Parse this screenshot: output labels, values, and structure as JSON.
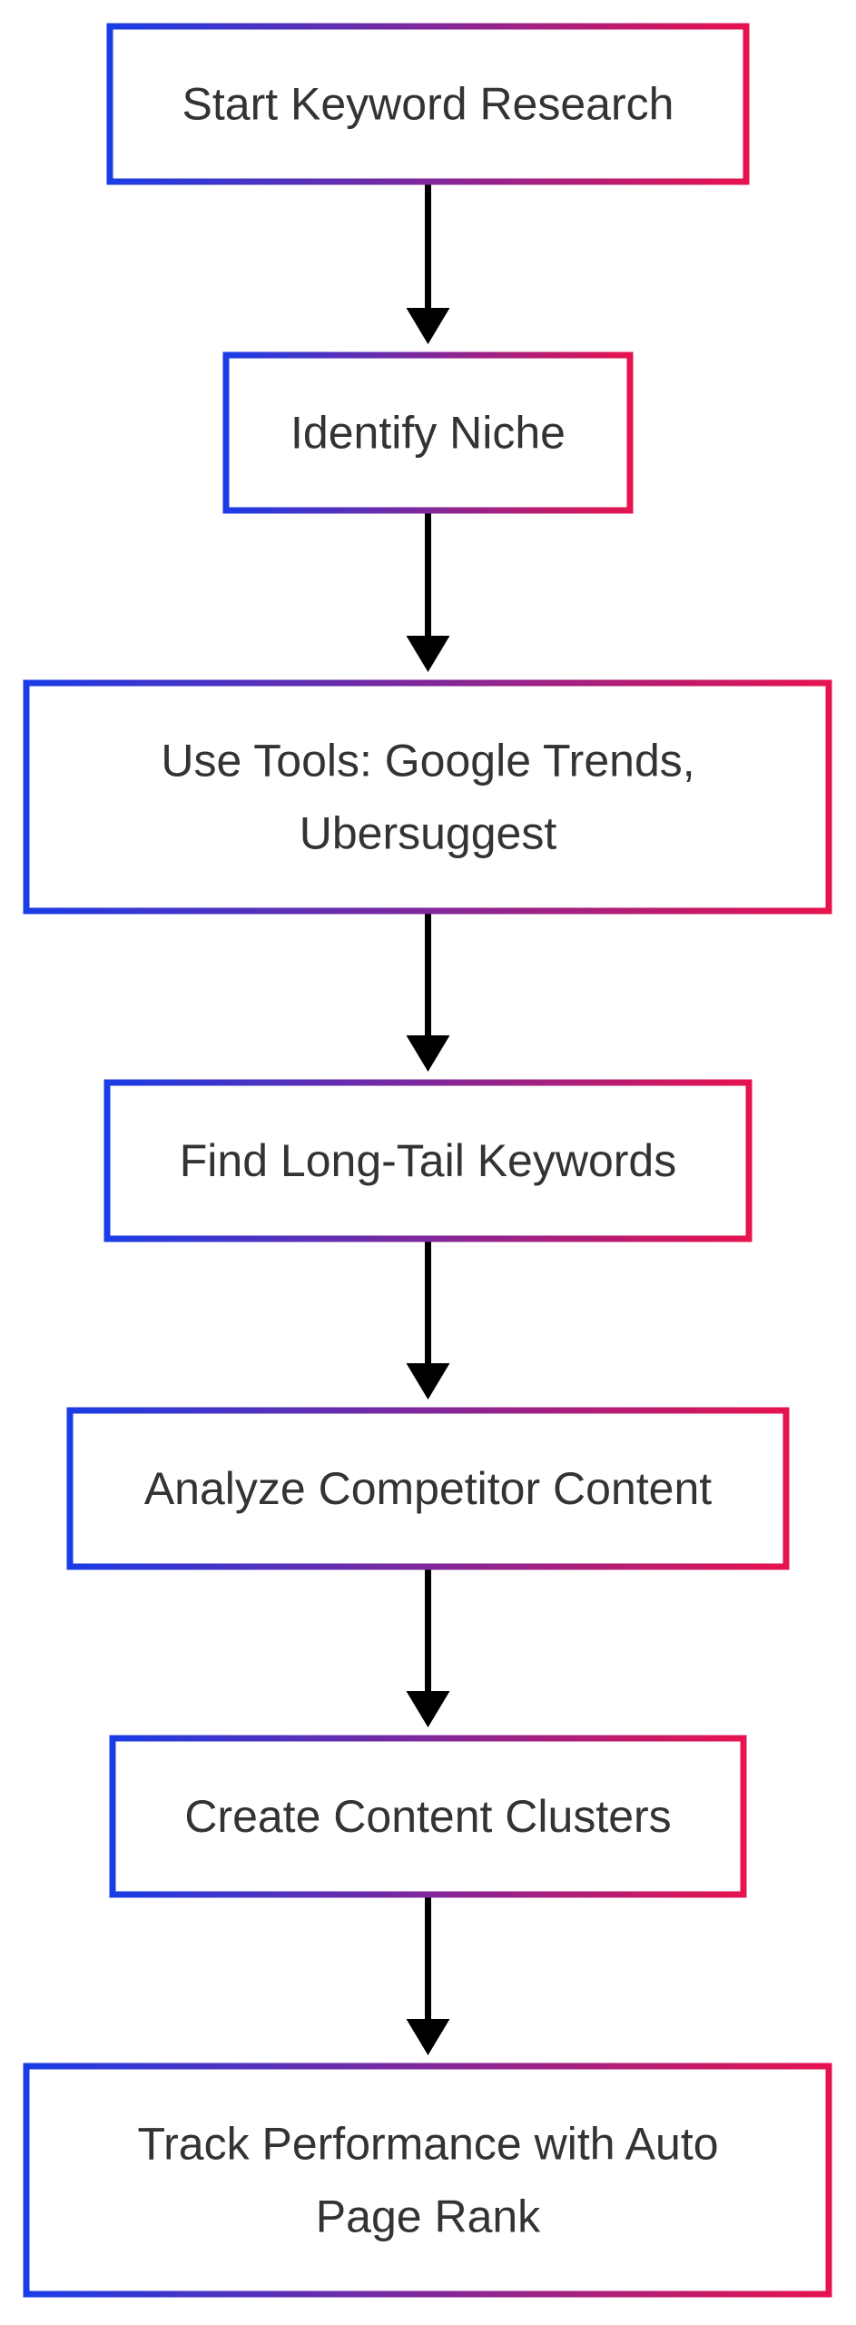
{
  "diagram": {
    "type": "flowchart",
    "direction": "top-to-bottom",
    "colors": {
      "border_start": "#1a3ce6",
      "border_end": "#e6134f",
      "text": "#333333",
      "arrow": "#000000",
      "node_fill": "#ffffff",
      "background": "#ffffff"
    },
    "nodes": [
      {
        "id": "start",
        "lines": [
          "Start Keyword Research"
        ]
      },
      {
        "id": "niche",
        "lines": [
          "Identify Niche"
        ]
      },
      {
        "id": "tools",
        "lines": [
          "Use Tools: Google Trends,",
          "Ubersuggest"
        ]
      },
      {
        "id": "longtail",
        "lines": [
          "Find Long-Tail Keywords"
        ]
      },
      {
        "id": "competitor",
        "lines": [
          "Analyze Competitor Content"
        ]
      },
      {
        "id": "clusters",
        "lines": [
          "Create Content Clusters"
        ]
      },
      {
        "id": "track",
        "lines": [
          "Track Performance with Auto",
          "Page Rank"
        ]
      }
    ],
    "edges": [
      {
        "from": "start",
        "to": "niche"
      },
      {
        "from": "niche",
        "to": "tools"
      },
      {
        "from": "tools",
        "to": "longtail"
      },
      {
        "from": "longtail",
        "to": "competitor"
      },
      {
        "from": "competitor",
        "to": "clusters"
      },
      {
        "from": "clusters",
        "to": "track"
      }
    ]
  }
}
